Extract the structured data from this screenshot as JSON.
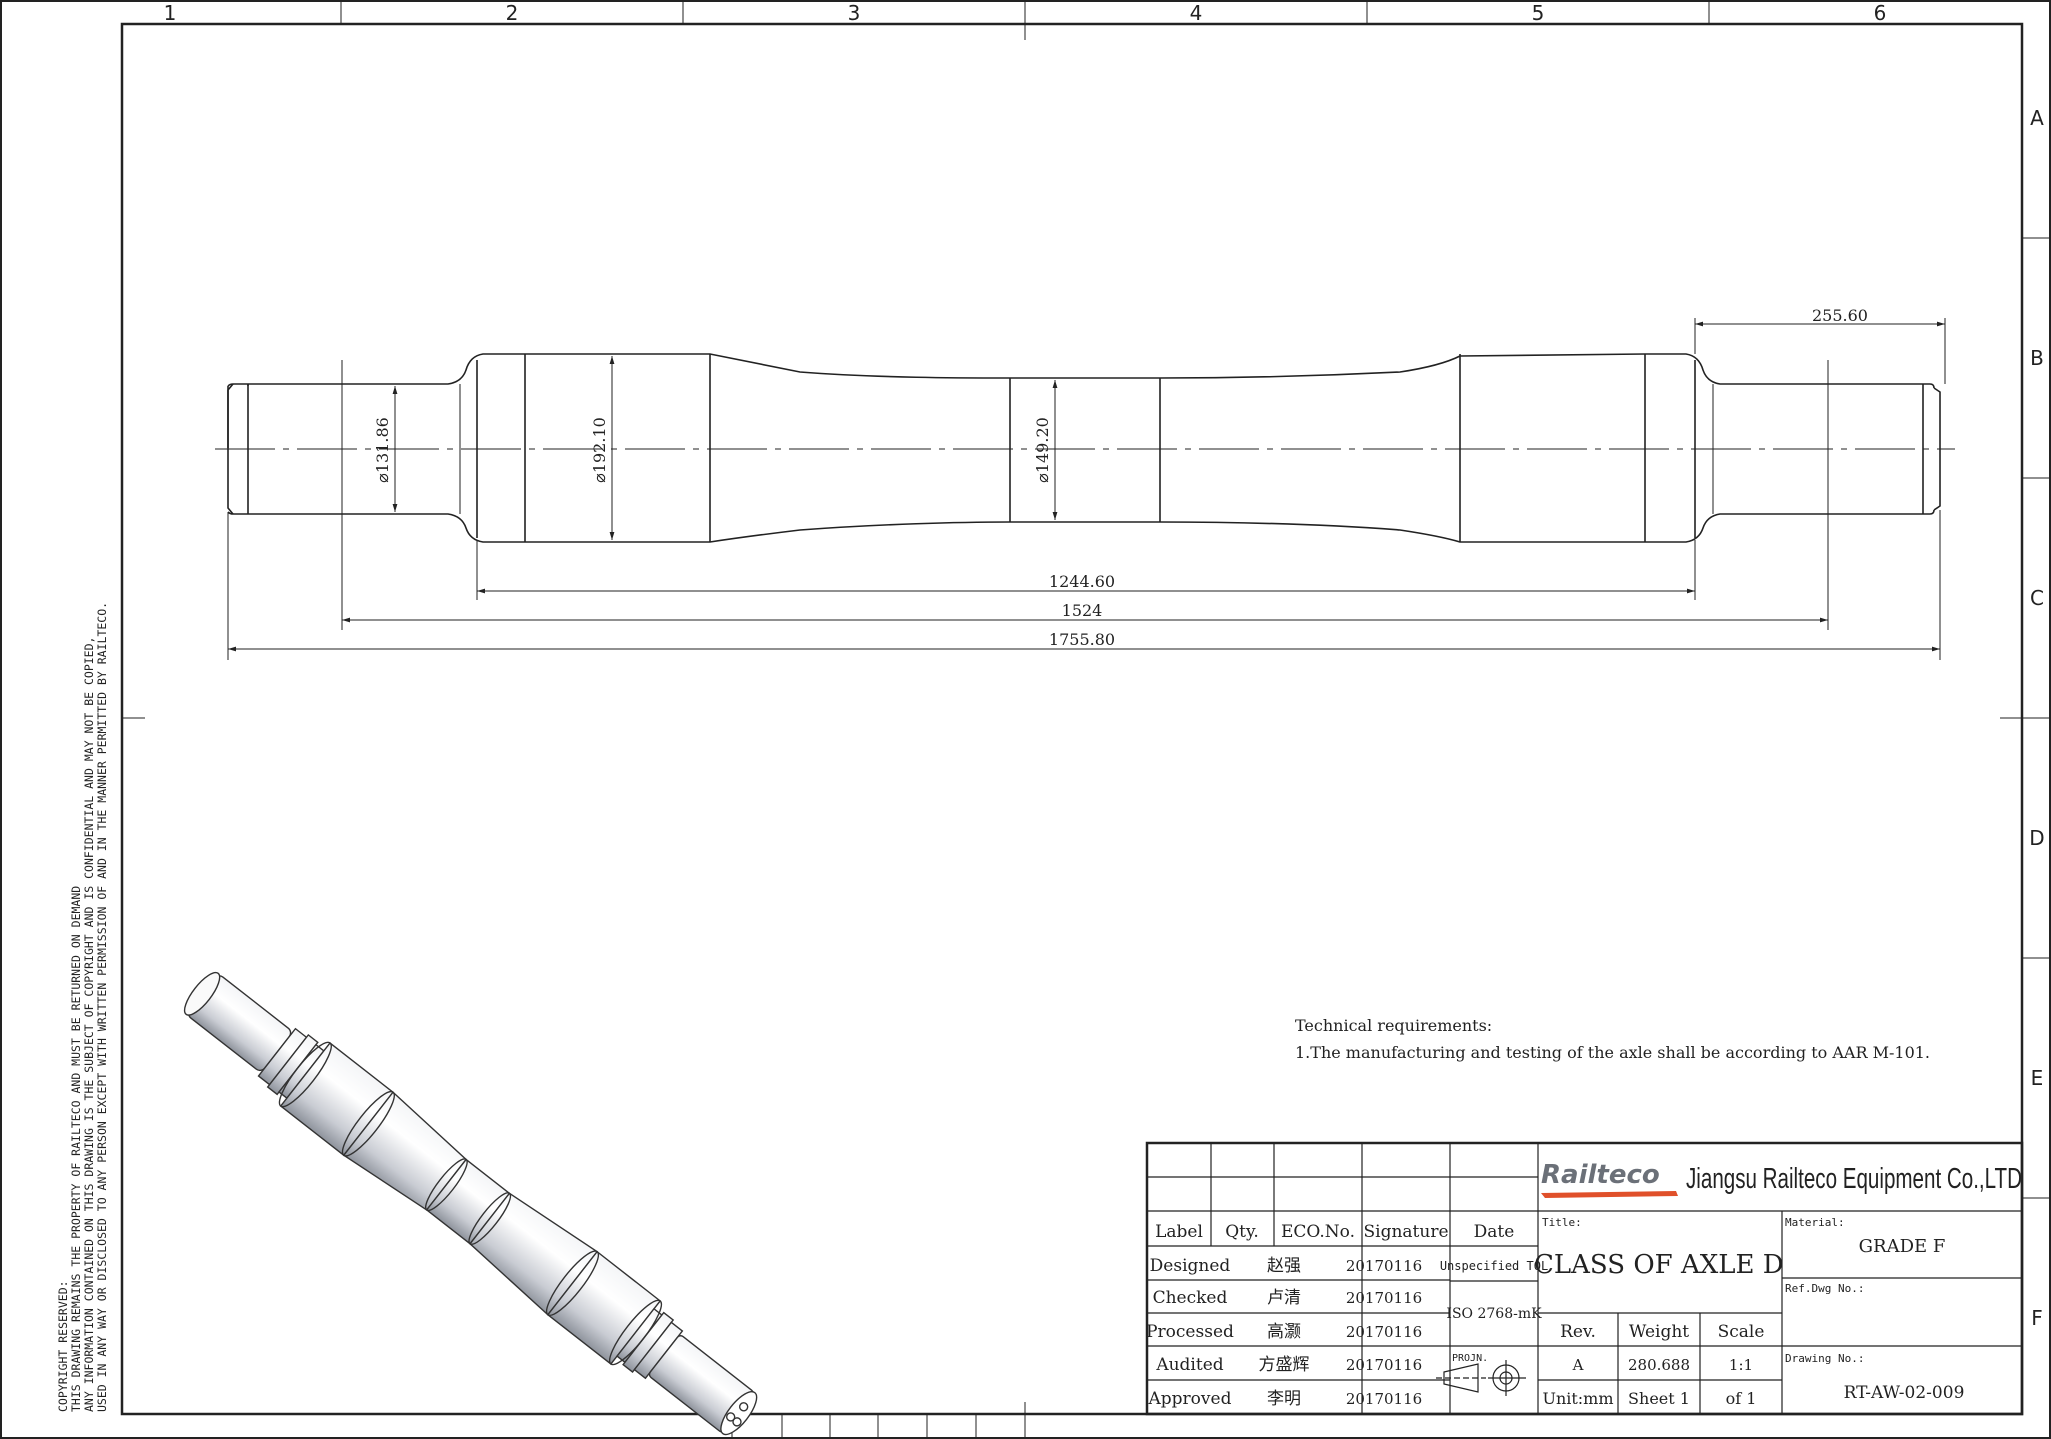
{
  "frame": {
    "col_labels": [
      "1",
      "2",
      "3",
      "4",
      "5",
      "6"
    ],
    "row_labels": [
      "A",
      "B",
      "C",
      "D",
      "E",
      "F"
    ]
  },
  "dimensions": {
    "d_journal": "131.86",
    "d_wheelseat": "192.10",
    "d_center": "149.20",
    "len_end": "255.60",
    "len_wheelseats": "1244.60",
    "len_journals": "1524",
    "len_overall": "1755.80"
  },
  "copyright": {
    "line1": "COPYRIGHT RESERVED:",
    "line2": "THIS DRAWING REMAINS THE PROPERTY OF RAILTECO AND MUST BE RETURNED ON DEMAND",
    "line3": "ANY INFORMATION CONTAINED ON THIS DRAWING IS THE SUBJECT OF COPYRIGHT AND IS CONFIDENTIAL AND MAY NOT BE COPIED,",
    "line4": "USED IN ANY WAY OR DISCLOSED TO ANY PERSON EXCEPT WITH WRITTEN PERMISSION OF AND IN THE MANNER PERMITTED BY RAILTECO."
  },
  "tech": {
    "heading": "Technical requirements:",
    "item1": "1.The manufacturing and testing of the axle shall  be according to AAR M-101."
  },
  "title_block": {
    "logo_text": "Railteco",
    "company": "Jiangsu Railteco Equipment Co.,LTD",
    "headers": {
      "label": "Label",
      "qty": "Qty.",
      "eco": "ECO.No.",
      "signature": "Signature",
      "date": "Date"
    },
    "rows": [
      {
        "role": "Designed",
        "name": "赵强",
        "date": "20170116"
      },
      {
        "role": "Checked",
        "name": "卢清",
        "date": "20170116"
      },
      {
        "role": "Processed",
        "name": "高灏",
        "date": "20170116"
      },
      {
        "role": "Audited",
        "name": "方盛辉",
        "date": "20170116"
      },
      {
        "role": "Approved",
        "name": "李明",
        "date": "20170116"
      }
    ],
    "unspecified_tol": "Unspecified TOL",
    "iso": "ISO 2768-mK",
    "projn": "PROJN.",
    "title_label": "Title:",
    "title": "CLASS OF AXLE D",
    "material_label": "Material:",
    "material": "GRADE F",
    "ref_label": "Ref.Dwg No.:",
    "rev_label": "Rev.",
    "weight_label": "Weight",
    "scale_label": "Scale",
    "rev": "A",
    "weight": "280.688",
    "scale": "1:1",
    "unit": "Unit:mm",
    "sheet": "Sheet 1",
    "of": "of 1",
    "drawing_label": "Drawing No.:",
    "drawing_no": "RT-AW-02-009"
  },
  "colors": {
    "line": "#222222",
    "logo_red": "#e0502a",
    "logo_gray": "#6b7078",
    "shade": "#9aa0aa"
  }
}
